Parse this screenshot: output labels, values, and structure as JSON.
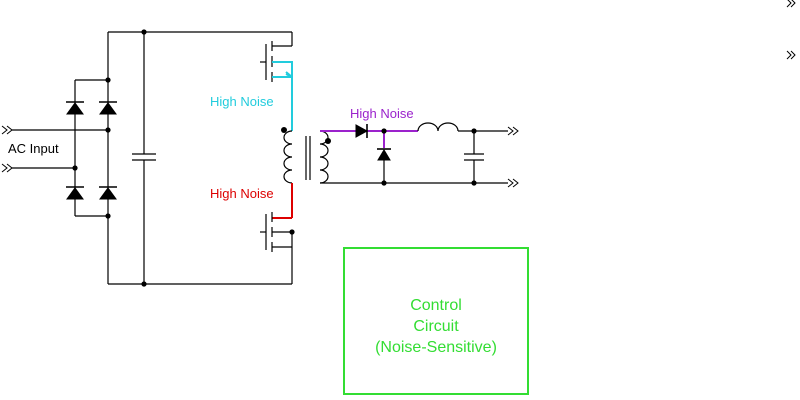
{
  "labels": {
    "ac_input": "AC Input",
    "noise_cyan": "High Noise",
    "noise_purple": "High Noise",
    "noise_red": "High Noise"
  },
  "control_box": {
    "lines": [
      "Control",
      "Circuit",
      "(Noise-Sensitive)"
    ]
  },
  "colors": {
    "cyan": "#22ccdd",
    "purple": "#9b22cc",
    "red": "#dd0000",
    "green": "#33dd33",
    "wire": "#000000"
  }
}
